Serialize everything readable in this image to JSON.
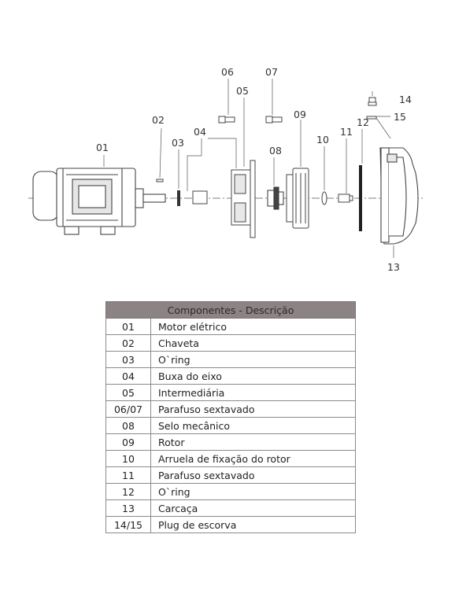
{
  "diagram": {
    "callouts": [
      "01",
      "02",
      "03",
      "04",
      "05",
      "06",
      "07",
      "08",
      "09",
      "10",
      "11",
      "12",
      "13",
      "14",
      "15"
    ]
  },
  "table": {
    "header": "Componentes - Descrição",
    "rows": [
      {
        "num": "01",
        "desc": "Motor elétrico"
      },
      {
        "num": "02",
        "desc": "Chaveta"
      },
      {
        "num": "03",
        "desc": "O`ring"
      },
      {
        "num": "04",
        "desc": "Buxa do eixo"
      },
      {
        "num": "05",
        "desc": "Intermediária"
      },
      {
        "num": "06/07",
        "desc": "Parafuso sextavado"
      },
      {
        "num": "08",
        "desc": "Selo mecânico"
      },
      {
        "num": "09",
        "desc": "Rotor"
      },
      {
        "num": "10",
        "desc": "Arruela de fixação do rotor"
      },
      {
        "num": "11",
        "desc": "Parafuso sextavado"
      },
      {
        "num": "12",
        "desc": "O`ring"
      },
      {
        "num": "13",
        "desc": "Carcaça"
      },
      {
        "num": "14/15",
        "desc": "Plug de escorva"
      }
    ]
  }
}
